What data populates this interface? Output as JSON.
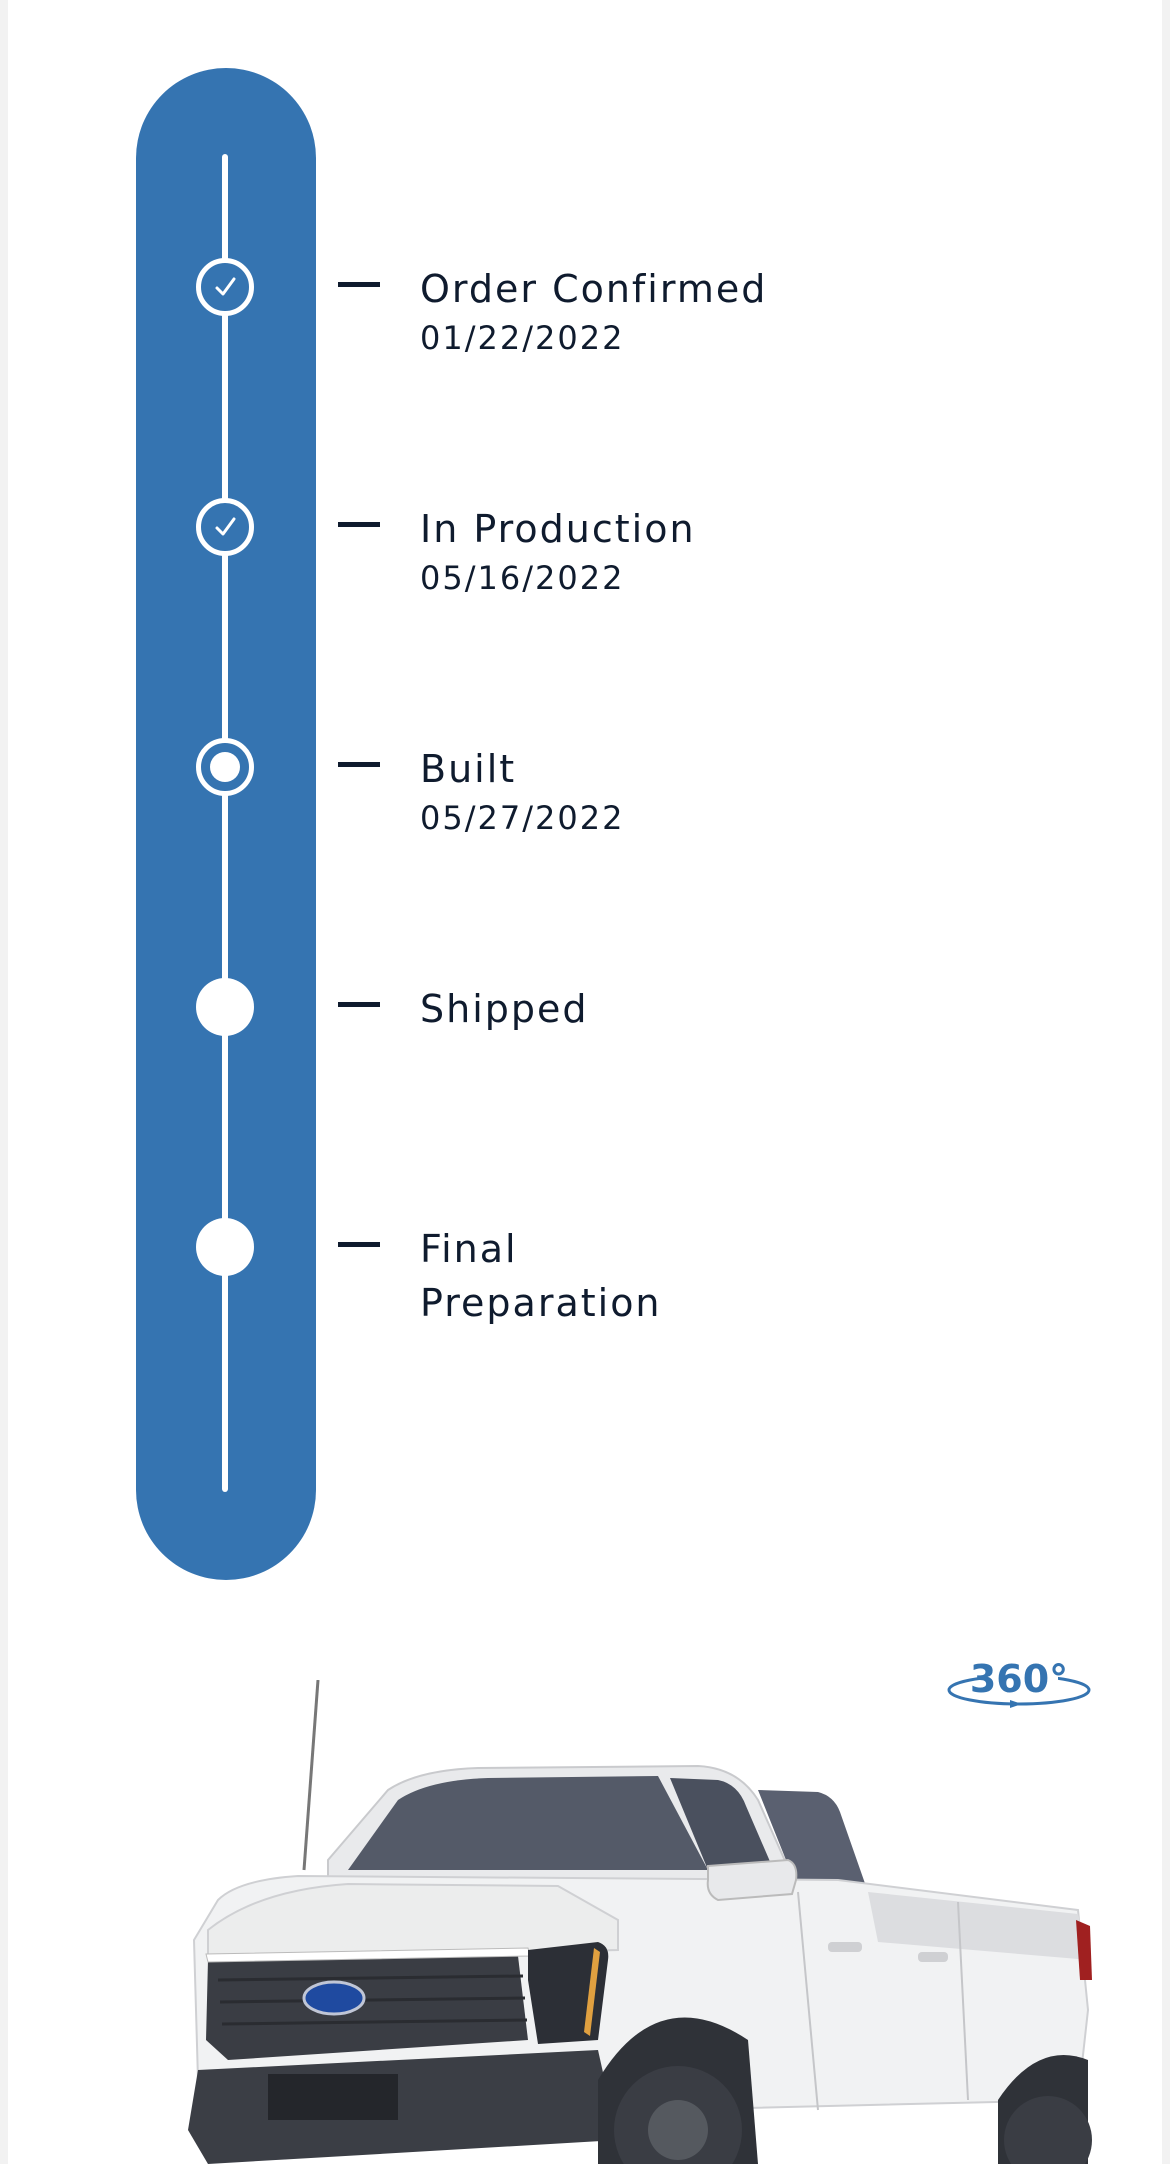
{
  "tracker": {
    "steps": [
      {
        "title": "Order Confirmed",
        "date": "01/22/2022",
        "status": "done"
      },
      {
        "title": "In Production",
        "date": "05/16/2022",
        "status": "done"
      },
      {
        "title": "Built",
        "date": "05/27/2022",
        "status": "current"
      },
      {
        "title": "Shipped",
        "date": "",
        "status": "pending"
      },
      {
        "title": "Final Preparation",
        "date": "",
        "status": "pending"
      }
    ]
  },
  "vehicle": {
    "view_badge": "360°",
    "image": "white-pickup-truck"
  },
  "colors": {
    "accent": "#3574b1",
    "text": "#0f1b2e",
    "background": "#ffffff"
  },
  "icons": {
    "done": "check-icon",
    "current": "current-step-icon",
    "pending": "pending-step-icon",
    "view": "rotate-360-icon"
  }
}
